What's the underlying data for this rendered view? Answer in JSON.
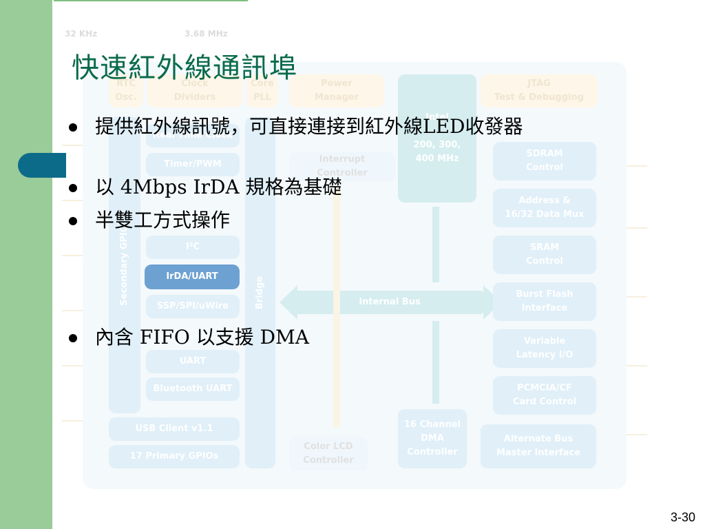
{
  "slide": {
    "title": "快速紅外線通訊埠",
    "bullets": [
      "提供紅外線訊號，可直接連接到紅外線LED收發器",
      "以 4Mbps IrDA 規格為基礎",
      "半雙工方式操作",
      "內含 FIFO 以支援 DMA"
    ],
    "page_number": "3-30"
  },
  "diagram": {
    "top_labels": [
      "32 KHz",
      "3.68 MHz"
    ],
    "blocks": {
      "rtc": "RTC\nOsc.",
      "clock": "Clock\nDividers",
      "core_pll": "Core\nPLL",
      "power": "Power\nManager",
      "jtag": "JTAG\nTest & Debugging",
      "cpu": "Intel\n\n200, 300,\n400 MHz",
      "rtc_block": "Real Time Clock",
      "timer": "Timer/PWM",
      "interrupt": "Interrupt\nController",
      "i2c": "I²C",
      "irda": "IrDA/UART",
      "ssp": "SSP/SPI/uWire",
      "uart": "UART",
      "bt_uart": "Bluetooth UART",
      "usb": "USB Client v1.1",
      "gpio": "17 Primary GPIOs",
      "secondary_gpio": "Secondary GPIO",
      "bridge": "Bridge",
      "bus": "Internal Bus",
      "sdram": "SDRAM\nControl",
      "addr": "Address &\n16/32 Data Mux",
      "sram": "SRAM\nControl",
      "burst": "Burst Flash\nInterface",
      "variable": "Variable\nLatency I/O",
      "pcmcia": "PCMCIA/CF\nCard Control",
      "dma": "16 Channel\nDMA\nController",
      "alt_bus": "Alternate Bus\nMaster Interface",
      "lcd": "Color LCD\nController"
    }
  }
}
